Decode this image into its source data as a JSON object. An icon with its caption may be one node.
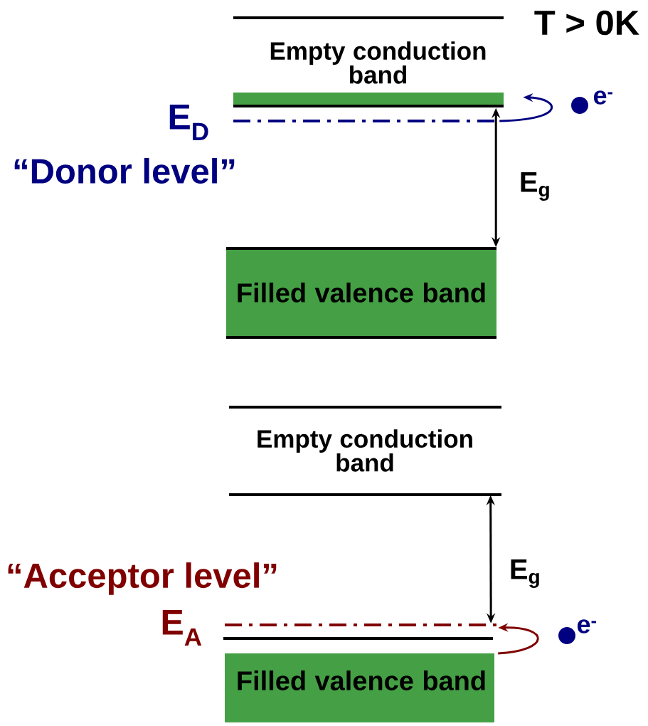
{
  "diagram": {
    "nodes": [
      {
        "text": [
          "Empty conduction band"
        ]
      },
      {
        "text": [],
        "shape": "bar",
        "beside": [
          "E$_{D}$",
          "“Donor level”"
        ]
      },
      {
        "text": [
          "e$^{-}$"
        ]
      },
      {
        "text": [
          "Filled valence band"
        ]
      },
      {
        "text": [
          "Empty conduction band"
        ]
      },
      {
        "text": [],
        "shape": "bar",
        "beside": [
          "E$_{A}$",
          "“Acceptor level”"
        ]
      },
      {
        "text": [
          "e$^{-}$"
        ]
      },
      {
        "text": [
          "Filled valence band"
        ]
      }
    ],
    "edges": [
      {
        "from": 0,
        "to": 3,
        "arrow": "both",
        "label": "E$_{g}$"
      },
      {
        "from": 1,
        "to": 0,
        "arrow": "to",
        "color": "#000080"
      },
      {
        "from": 4,
        "to": 5,
        "arrow": "both",
        "label": "E$_{g}$"
      },
      {
        "from": 7,
        "to": 5,
        "arrow": "to",
        "color": "#800000"
      }
    ],
    "labels": [
      "T > 0K"
    ]
  }
}
